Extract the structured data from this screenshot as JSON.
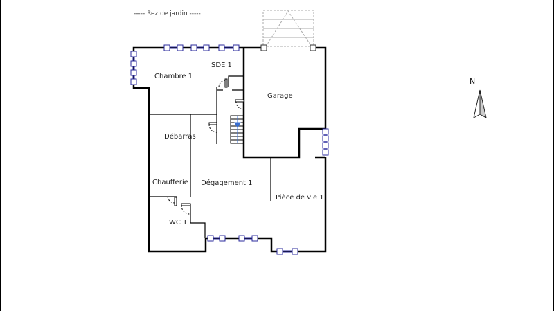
{
  "plan": {
    "level_title": "----- Rez de jardin -----",
    "level_name": "Rez de jardin",
    "rooms": [
      {
        "id": "chambre1",
        "label": "Chambre 1"
      },
      {
        "id": "sde1",
        "label": "SDE 1"
      },
      {
        "id": "garage",
        "label": "Garage"
      },
      {
        "id": "debarras",
        "label": "Débarras"
      },
      {
        "id": "chaufferie",
        "label": "Chaufferie"
      },
      {
        "id": "degagement1",
        "label": "Dégagement 1"
      },
      {
        "id": "piece_de_vie1",
        "label": "Pièce de vie 1"
      },
      {
        "id": "wc1",
        "label": "WC 1"
      }
    ],
    "compass": {
      "label": "N",
      "icon": "north-arrow-icon"
    },
    "colors": {
      "wall": "#000000",
      "window": "#2b2b9e",
      "window_fill": "#ffffff",
      "dashed_outline": "#aaaaaa",
      "stair_arrow": "#3a6fd0"
    }
  }
}
